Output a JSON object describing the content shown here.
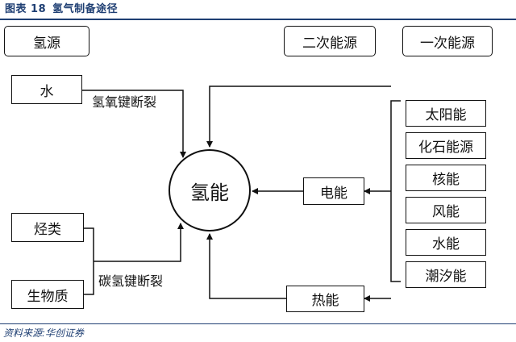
{
  "header": {
    "figure_number": "图表 18",
    "title": "氢气制备途径"
  },
  "legend": {
    "hydrogen_source": "氢源",
    "secondary_energy": "二次能源",
    "primary_energy": "一次能源"
  },
  "hub": "氢能",
  "sources": {
    "water": "水",
    "hydrocarbon": "烃类",
    "biomass": "生物质"
  },
  "processes": {
    "water_split": "氢氧键断裂",
    "carbon_split": "碳氢键断裂"
  },
  "secondary": {
    "electric": "电能",
    "thermal": "热能"
  },
  "primary": [
    "太阳能",
    "化石能源",
    "核能",
    "风能",
    "水能",
    "潮汐能"
  ],
  "footer": {
    "source": "资料来源:华创证券"
  }
}
